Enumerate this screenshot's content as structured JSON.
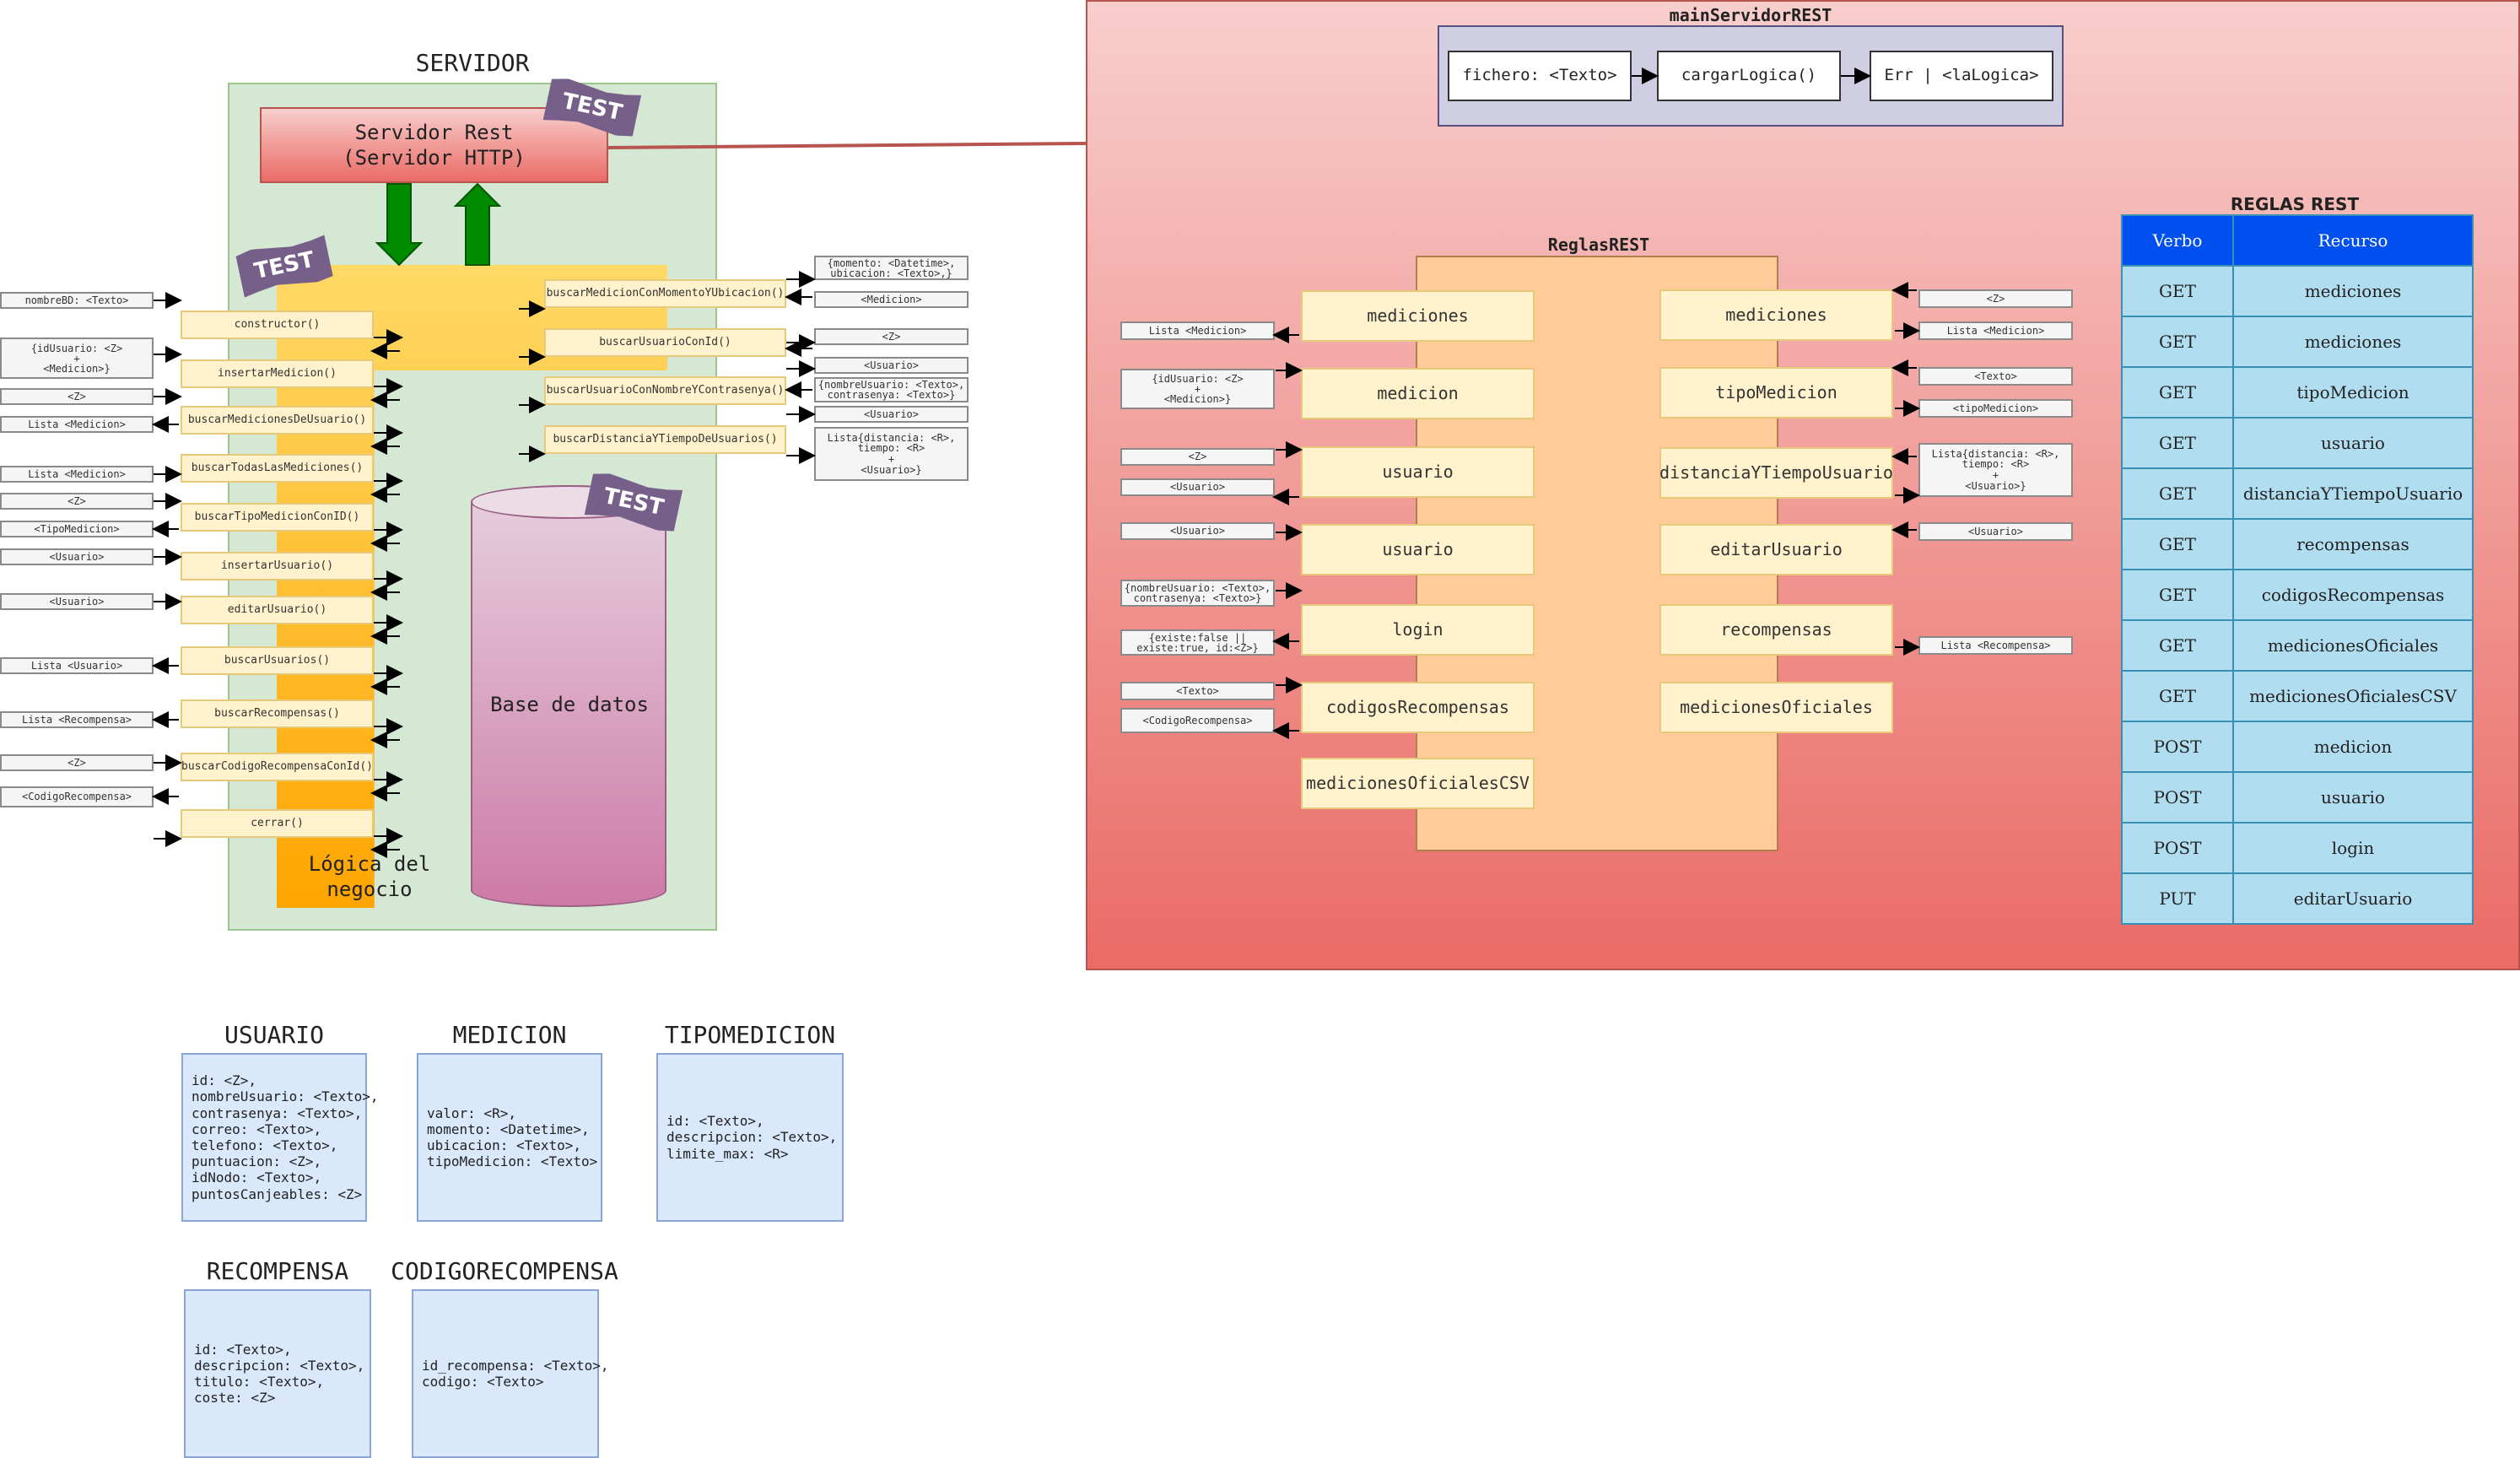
{
  "titles": {
    "servidor": "SERVIDOR",
    "main": "mainServidorREST",
    "reglas": "ReglasREST",
    "reglas_table": "REGLAS REST"
  },
  "servidor_rest": "Servidor Rest\n(Servidor HTTP)",
  "test_label": "TEST",
  "logica": "Lógica del\nnegocio",
  "base_datos": "Base de datos",
  "main_flow": [
    "fichero: <Texto>",
    "cargarLogica()",
    "Err | <laLogica>"
  ],
  "logic_methods": [
    "constructor()",
    "insertarMedicion()",
    "buscarMedicionesDeUsuario()",
    "buscarTodasLasMediciones()",
    "buscarTipoMedicionConID()",
    "insertarUsuario()",
    "editarUsuario()",
    "buscarUsuarios()",
    "buscarRecompensas()",
    "buscarCodigoRecompensaConId()",
    "cerrar()"
  ],
  "logic_params": [
    "nombreBD: <Texto>",
    "{idUsuario: <Z>\n+\n<Medicion>}",
    "<Z>",
    "Lista <Medicion>",
    "Lista <Medicion>",
    "<Z>",
    "<TipoMedicion>",
    "<Usuario>",
    "<Usuario>",
    "Lista <Usuario>",
    "Lista <Recompensa>",
    "<Z>",
    "<CodigoRecompensa>"
  ],
  "right_methods": [
    "buscarMedicionConMomentoYUbicacion()",
    "buscarUsuarioConId()",
    "buscarUsuarioConNombreYContrasenya()",
    "buscarDistanciaYTiempoDeUsuarios()"
  ],
  "right_params": [
    "{momento: <Datetime>,\nubicacion: <Texto>,}",
    "<Medicion>",
    "<Z>",
    "<Usuario>",
    "{nombreUsuario: <Texto>,\ncontrasenya: <Texto>}",
    "<Usuario>",
    "Lista{distancia: <R>,\ntiempo: <R>\n+\n<Usuario>}"
  ],
  "reglas_left": [
    "mediciones",
    "medicion",
    "usuario",
    "usuario",
    "login",
    "codigosRecompensas",
    "medicionesOficialesCSV"
  ],
  "reglas_right": [
    "mediciones",
    "tipoMedicion",
    "distanciaYTiempoUsuario",
    "editarUsuario",
    "recompensas",
    "medicionesOficiales"
  ],
  "reglas_left_params": [
    "Lista <Medicion>",
    "{idUsuario: <Z>\n+\n<Medicion>}",
    "<Z>",
    "<Usuario>",
    "<Usuario>",
    "{nombreUsuario: <Texto>,\ncontrasenya: <Texto>}",
    "{existe:false ||\nexiste:true, id:<Z>}",
    "<Texto>",
    "<CodigoRecompensa>"
  ],
  "reglas_right_params": [
    "<Z>",
    "Lista <Medicion>",
    "<Texto>",
    "<tipoMedicion>",
    "Lista{distancia: <R>,\ntiempo: <R>\n+\n<Usuario>}",
    "<Usuario>",
    "Lista <Recompensa>"
  ],
  "rules_table": {
    "headers": [
      "Verbo",
      "Recurso"
    ],
    "rows": [
      [
        "GET",
        "mediciones"
      ],
      [
        "GET",
        "mediciones"
      ],
      [
        "GET",
        "tipoMedicion"
      ],
      [
        "GET",
        "usuario"
      ],
      [
        "GET",
        "distanciaYTiempoUsuario"
      ],
      [
        "GET",
        "recompensas"
      ],
      [
        "GET",
        "codigosRecompensas"
      ],
      [
        "GET",
        "medicionesOficiales"
      ],
      [
        "GET",
        "medicionesOficialesCSV"
      ],
      [
        "POST",
        "medicion"
      ],
      [
        "POST",
        "usuario"
      ],
      [
        "POST",
        "login"
      ],
      [
        "PUT",
        "editarUsuario"
      ]
    ]
  },
  "entities": [
    {
      "name": "USUARIO",
      "fields": "id: <Z>,\nnombreUsuario: <Texto>,\ncontrasenya: <Texto>,\ncorreo: <Texto>,\ntelefono: <Texto>,\npuntuacion: <Z>,\nidNodo: <Texto>,\npuntosCanjeables: <Z>"
    },
    {
      "name": "MEDICION",
      "fields": "valor: <R>,\nmomento: <Datetime>,\nubicacion: <Texto>,\ntipoMedicion: <Texto>"
    },
    {
      "name": "TIPOMEDICION",
      "fields": "id: <Texto>,\ndescripcion: <Texto>,\nlimite_max: <R>"
    },
    {
      "name": "RECOMPENSA",
      "fields": "id: <Texto>,\ndescripcion: <Texto>,\ntitulo: <Texto>,\ncoste: <Z>"
    },
    {
      "name": "CODIGORECOMPENSA",
      "fields": "id_recompensa: <Texto>,\ncodigo: <Texto>"
    }
  ],
  "colors": {
    "server_bg": "#d5e8d4",
    "logic_gradient": [
      "#ffd966",
      "#ffa500"
    ],
    "rest_region_gradient": [
      "#f8cecc",
      "#ea6b66"
    ],
    "main_panel": "#d0cee2",
    "reglas_panel": "#ffcc99",
    "table_header": "#0050ef",
    "table_cell": "#b1ddf0",
    "test_flag": "#76608a",
    "green_arrow": "#008a00"
  }
}
